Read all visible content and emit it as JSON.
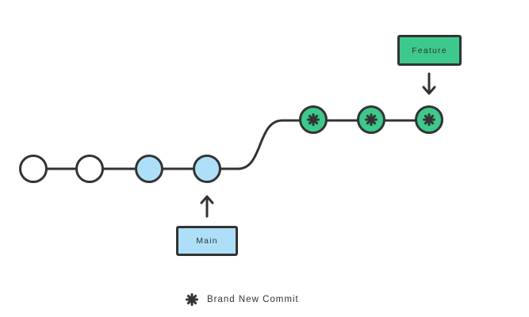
{
  "colors": {
    "stroke": "#333333",
    "green": "#3ec98c",
    "blue": "#ade0f8",
    "white": "#ffffff",
    "background": "#ffffff"
  },
  "branches": {
    "main": {
      "label": "Main",
      "commit_count": 4,
      "node_fills": [
        "white",
        "white",
        "blue",
        "blue"
      ]
    },
    "feature": {
      "label": "Feature",
      "commit_count": 3,
      "node_fills": [
        "green",
        "green",
        "green"
      ],
      "commit_icon": "new-commit-burst"
    }
  },
  "legend": {
    "icon": "new-commit-burst",
    "text": "Brand New Commit"
  }
}
